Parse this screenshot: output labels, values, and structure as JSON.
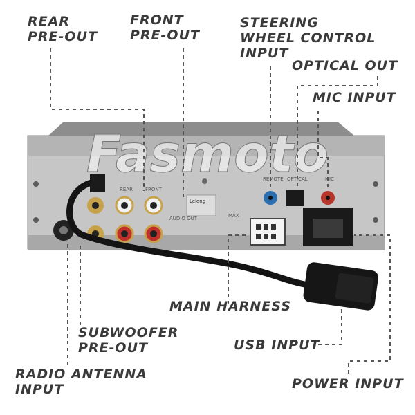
{
  "labels": {
    "rear_preout": "REAR\nPRE-OUT",
    "front_preout": "FRONT\nPRE-OUT",
    "steering": "STEERING\nWHEEL CONTROL\nINPUT",
    "optical_out": "OPTICAL OUT",
    "mic_input": "MIC INPUT",
    "main_harness": "MAIN HARNESS",
    "subwoofer_preout": "SUBWOOFER\nPRE-OUT",
    "usb_input": "USB INPUT",
    "radio_antenna": "RADIO ANTENNA\nINPUT",
    "power_input": "POWER INPUT"
  },
  "watermark": "Fasmoto",
  "panel_text": {
    "rear": "REAR",
    "front": "FRONT",
    "remote": "REMOTE",
    "optical": "OPTICAL",
    "mic": "MIC",
    "audio_out": "AUDIO\nOUT",
    "max": "MAX",
    "sticker": "Lelong"
  },
  "colors": {
    "chassis": "#9a9a9a",
    "panel": "#c6c6c6",
    "rca_gold": "#c8a24a",
    "rca_red": "#c0302a",
    "rca_white": "#f2f2f2",
    "remote_blue": "#2c6fb0",
    "mic_red": "#b8352c",
    "cable": "#141414",
    "label": "#3a3a3a",
    "leader": "#555555"
  }
}
